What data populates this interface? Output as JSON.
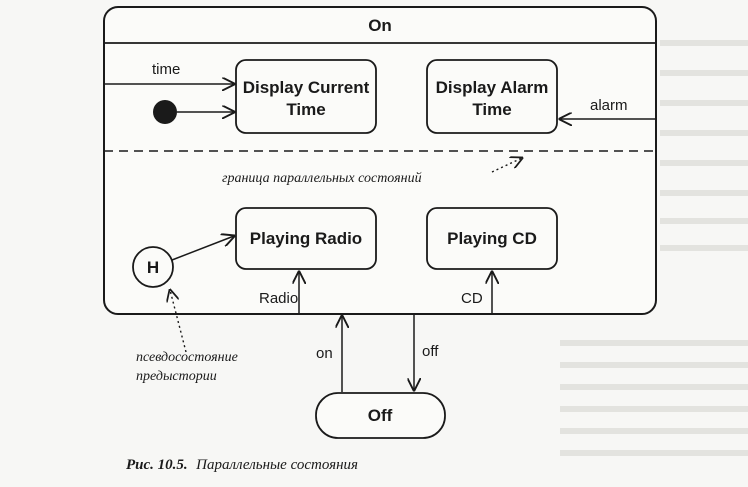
{
  "states": {
    "composite": "On",
    "display_current_line1": "Display Current",
    "display_current_line2": "Time",
    "display_alarm_line1": "Display Alarm",
    "display_alarm_line2": "Time",
    "playing_radio": "Playing Radio",
    "playing_cd": "Playing CD",
    "history": "H",
    "off": "Off"
  },
  "transitions": {
    "time": "time",
    "alarm": "alarm",
    "radio": "Radio",
    "cd": "CD",
    "on": "on",
    "off": "off"
  },
  "annotations": {
    "boundary": "граница параллельных состояний",
    "history_line1": "псевдосостояние",
    "history_line2": "предыстории"
  },
  "caption": {
    "figure": "Рис. 10.5.",
    "title": "Параллельные состояния"
  }
}
